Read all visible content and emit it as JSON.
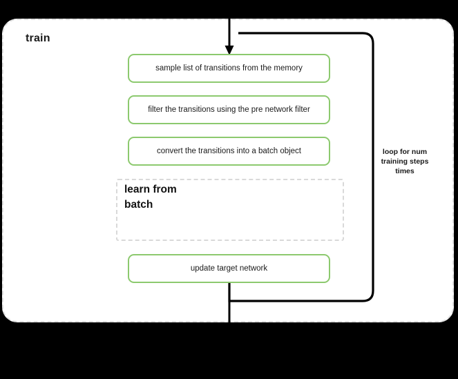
{
  "diagram": {
    "type": "flowchart",
    "background_color": "#000000",
    "container": {
      "label": "train",
      "border_style": "dashed",
      "border_color": "#e0e0e0",
      "fill": "#ffffff"
    },
    "node_accent_color": "#8CC96E",
    "edge_color": "#000000",
    "nodes": [
      {
        "id": "sample",
        "label": "sample list of transitions from the memory",
        "shape": "rounded-rect",
        "style": "green"
      },
      {
        "id": "filter",
        "label": "filter the transitions using the pre network filter",
        "shape": "rounded-rect",
        "style": "green"
      },
      {
        "id": "convert",
        "label": "convert the transitions into a batch object",
        "shape": "rounded-rect",
        "style": "green"
      },
      {
        "id": "update",
        "label": "update target network",
        "shape": "rounded-rect",
        "style": "green"
      }
    ],
    "subgraph": {
      "id": "learn-from-batch",
      "title_line_1": "learn from",
      "title_line_2": "batch",
      "border_style": "dashed",
      "border_color": "#d9d9d9"
    },
    "loop": {
      "label_line_1": "loop for num",
      "label_line_2": "training steps",
      "label_line_3": "times"
    }
  }
}
